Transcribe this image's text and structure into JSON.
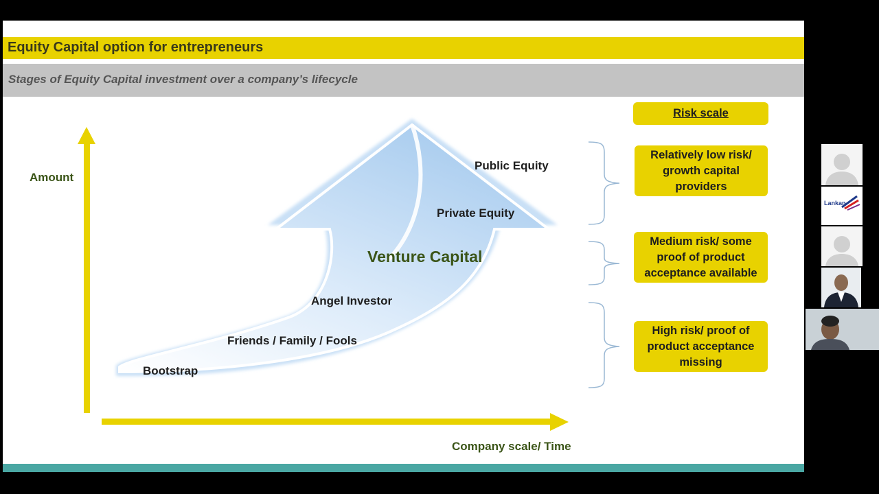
{
  "slide": {
    "title": "Equity Capital option for entrepreneurs",
    "subtitle": "Stages of Equity Capital investment over a company’s lifecycle"
  },
  "axes": {
    "y_label": "Amount",
    "x_label": "Company scale/ Time"
  },
  "stages": {
    "bootstrap": "Bootstrap",
    "friends": "Friends / Family / Fools",
    "angel": "Angel Investor",
    "venture": "Venture Capital",
    "private": "Private Equity",
    "public": "Public Equity"
  },
  "risk": {
    "heading": "Risk scale",
    "low": "Relatively low risk/ growth capital providers",
    "medium": "Medium risk/ some proof of product acceptance available",
    "high": "High risk/ proof of product acceptance missing"
  },
  "participants": {
    "logo_text": "Lankan"
  },
  "colors": {
    "accent_yellow": "#e8d200",
    "subtitle_gray": "#c3c3c3",
    "teal": "#4aa7a3",
    "axis_text_green": "#3b5518",
    "arrow_blue": "#bcd9f4"
  }
}
